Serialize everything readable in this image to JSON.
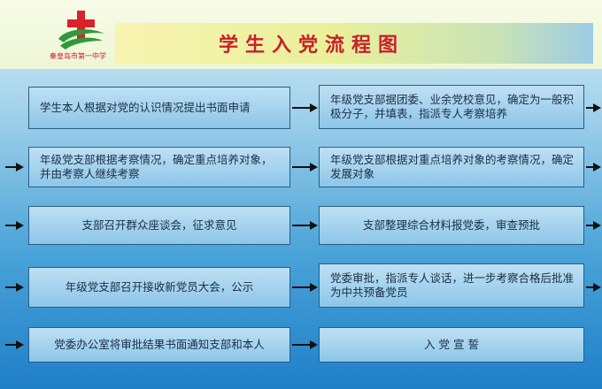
{
  "header": {
    "school_name": "秦皇岛市第一中学",
    "title": "学生入党流程图"
  },
  "colors": {
    "title": "#c8202a",
    "box_border": "#2a5d87"
  },
  "steps": [
    {
      "text": "学生本人根据对党的认识情况提出书面申请"
    },
    {
      "text": "年级党支部据团委、业余党校意见，确定为一般积极分子，并填表，指派专人考察培养"
    },
    {
      "text": "年级党支部根据考察情况，确定重点培养对象，并由考察人继续考察"
    },
    {
      "text": "年级党支部根据对重点培养对象的考察情况，确定发展对象"
    },
    {
      "text": "支部召开群众座谈会，征求意见"
    },
    {
      "text": "支部整理综合材料报党委，审查预批"
    },
    {
      "text": "年级党支部召开接收新党员大会，公示"
    },
    {
      "text": "党委审批，指派专人谈话，进一步考察合格后批准为中共预备党员"
    },
    {
      "text": "党委办公室将审批结果书面通知支部和本人"
    },
    {
      "text": "入 党 宣 誓"
    }
  ]
}
